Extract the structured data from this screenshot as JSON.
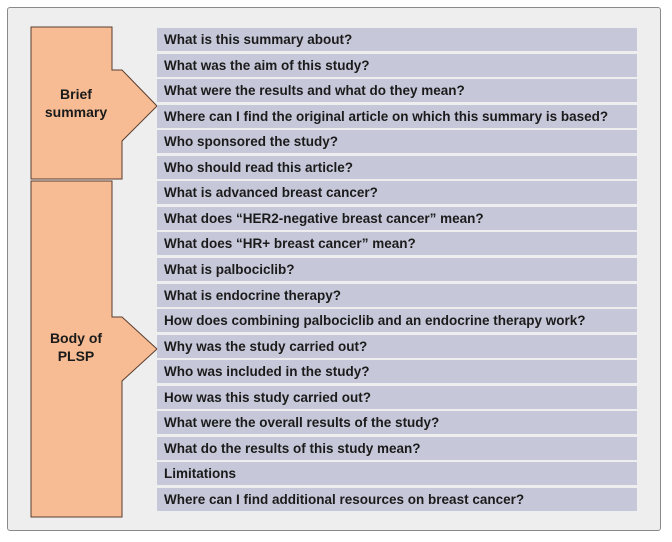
{
  "sections": [
    {
      "label_lines": [
        "Brief",
        "summary"
      ],
      "items": [
        "What is this summary about?",
        "What was the aim of this study?",
        "What were the results and what do they mean?",
        "Where can I find the original article on which this summary is based?",
        "Who sponsored the study?",
        "Who should read this article?"
      ]
    },
    {
      "label_lines": [
        "Body of",
        "PLSP"
      ],
      "items": [
        "What is advanced breast cancer?",
        "What does “HER2-negative breast cancer” mean?",
        "What does “HR+ breast cancer” mean?",
        "What is palbociclib?",
        "What is endocrine therapy?",
        "How does combining palbociclib and an endocrine therapy work?",
        "Why was the study carried out?",
        "Who was included in the study?",
        "How was this study carried out?",
        "What were the overall results of the study?",
        "What do the results of this study mean?",
        "Limitations",
        "Where can I find additional resources on breast cancer?"
      ]
    }
  ],
  "colors": {
    "arrow_fill": "#f7bc93",
    "arrow_stroke": "#5a3d2e",
    "row_fill": "#c6c8d9",
    "frame_fill": "#eeeeef"
  }
}
